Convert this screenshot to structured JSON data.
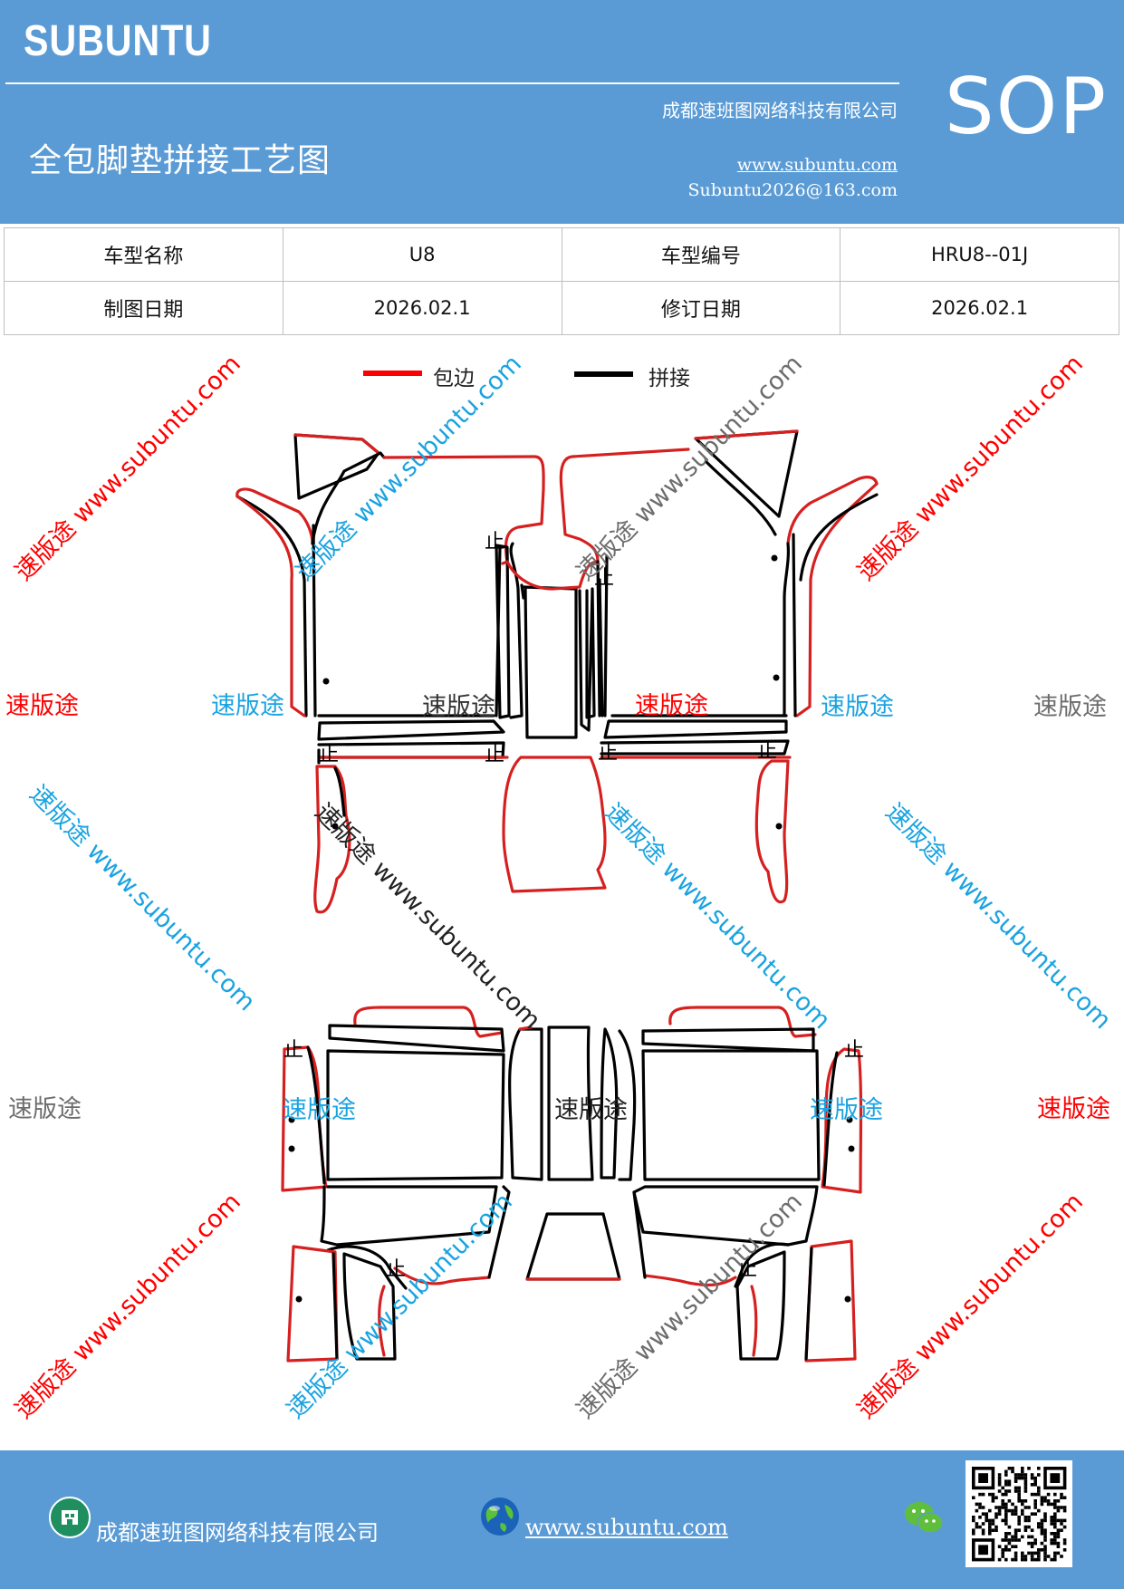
{
  "header": {
    "brand": "SUBUNTU",
    "company": "成都速班图网络科技有限公司",
    "title": "全包脚垫拼接工艺图",
    "url": "www.subuntu.com",
    "email": "Subuntu2026@163.com",
    "doc_type": "SOP"
  },
  "info_table": {
    "rows": [
      {
        "label1": "车型名称",
        "value1": "U8",
        "label2": "车型编号",
        "value2": "HRU8--01J"
      },
      {
        "label1": "制图日期",
        "value1": "2026.02.1",
        "label2": "修订日期",
        "value2": "2026.02.1"
      }
    ]
  },
  "legend": {
    "edge_label": "包边",
    "edge_color": "#ff0000",
    "seam_label": "拼接",
    "seam_color": "#000000"
  },
  "stop_mark": "止",
  "watermarks": {
    "brand_cn": "速版途",
    "diagonal": "速版途 www.subuntu.com",
    "colors": {
      "red": "#ff0000",
      "blue": "#1aa3e0",
      "gray": "#6d6d6d"
    }
  },
  "footer": {
    "company": "成都速班图网络科技有限公司",
    "url": "www.subuntu.com",
    "icons": [
      "building-icon",
      "globe-icon",
      "wechat-icon",
      "qr-code"
    ]
  }
}
